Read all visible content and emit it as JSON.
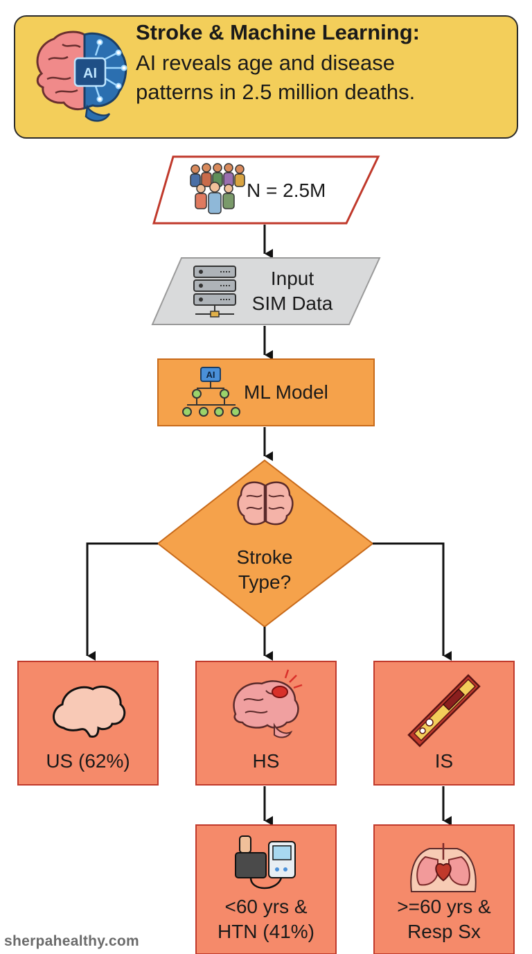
{
  "header": {
    "title": "Stroke & Machine Learning:",
    "subtitle_line1": "AI reveals age and disease",
    "subtitle_line2": "patterns in 2.5 million deaths.",
    "ai_chip": "AI"
  },
  "flow": {
    "population": "N = 2.5M",
    "input_line1": "Input",
    "input_line2": "SIM Data",
    "model": "ML Model",
    "model_chip": "AI",
    "decision_line1": "Stroke",
    "decision_line2": "Type?",
    "us": "US (62%)",
    "hs": "HS",
    "is": "IS",
    "hs_detail_line1": "<60 yrs &",
    "hs_detail_line2": "HTN (41%)",
    "is_detail_line1": ">=60 yrs &",
    "is_detail_line2": "Resp Sx"
  },
  "watermark": "sherpahealthy.com",
  "colors": {
    "header_bg": "#f3ce5a",
    "population_border": "#c0392b",
    "input_bg": "#d9dadb",
    "model_bg": "#f5a24b",
    "outcome_bg": "#f58a6a"
  }
}
